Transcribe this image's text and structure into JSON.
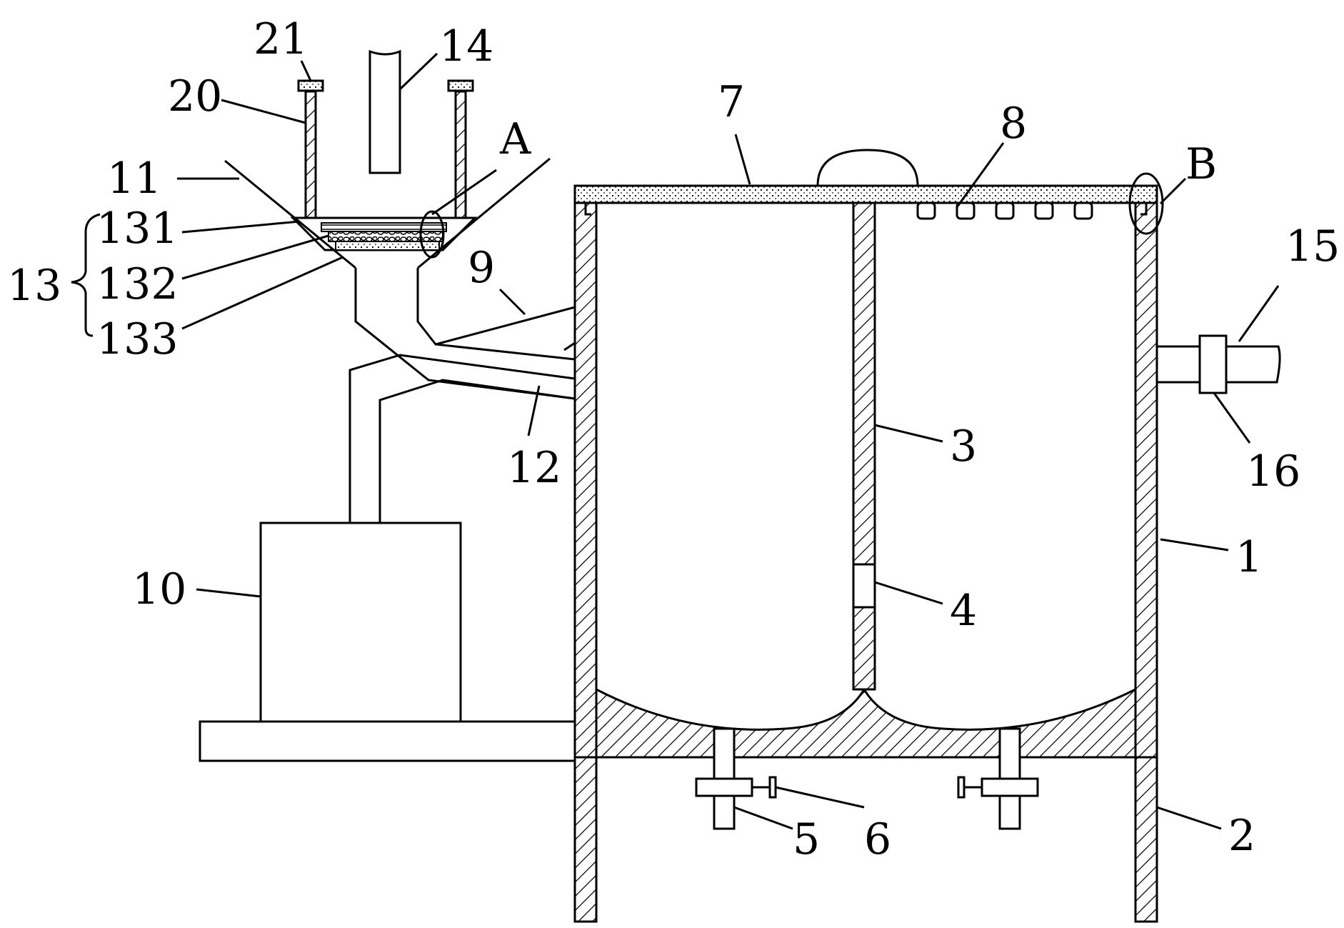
{
  "labels": {
    "l1": "1",
    "l2": "2",
    "l3": "3",
    "l4": "4",
    "l5": "5",
    "l6": "6",
    "l7": "7",
    "l8": "8",
    "l9": "9",
    "l10": "10",
    "l11": "11",
    "l12": "12",
    "l13": "13",
    "l131": "131",
    "l132": "132",
    "l133": "133",
    "l14": "14",
    "l15": "15",
    "l16": "16",
    "l20": "20",
    "l21": "21",
    "lA": "A",
    "lB": "B"
  }
}
